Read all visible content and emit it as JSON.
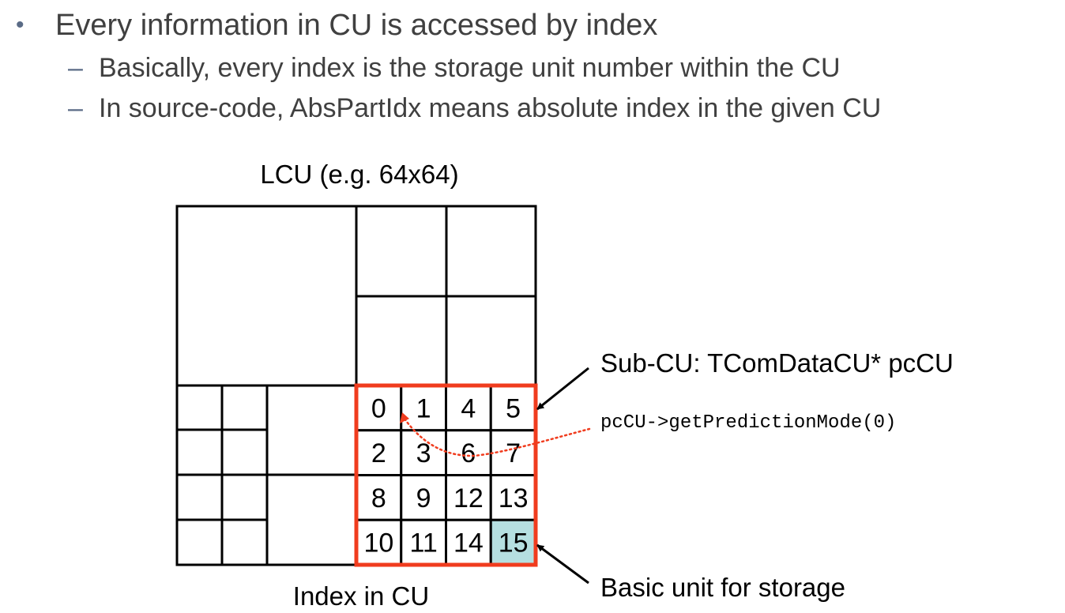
{
  "bullets": [
    {
      "marker": "•",
      "text": "Every information in CU is accessed by index",
      "sub": [
        {
          "marker": "–",
          "text": "Basically, every index is the storage unit number within the CU"
        },
        {
          "marker": "–",
          "text": "In source-code, AbsPartIdx means absolute index in the given CU"
        }
      ]
    }
  ],
  "diagram": {
    "lcu_label": "LCU (e.g. 64x64)",
    "index_label": "Index in CU",
    "subcu_label": "Sub-CU: TComDataCU* pcCU",
    "code_label": "pcCU->getPredictionMode(0)",
    "storage_label": "Basic unit for storage",
    "cells": [
      "0",
      "1",
      "4",
      "5",
      "2",
      "3",
      "6",
      "7",
      "8",
      "9",
      "12",
      "13",
      "10",
      "11",
      "14",
      "15"
    ],
    "highlight_cell": "15",
    "colors": {
      "grid_line": "#000000",
      "subcu_border": "#f03c1e",
      "highlight_fill": "#b5dfe0",
      "dotted_arrow": "#f03c1e",
      "bullet_text": "#404040",
      "bullet_marker": "#5a6b86"
    }
  }
}
